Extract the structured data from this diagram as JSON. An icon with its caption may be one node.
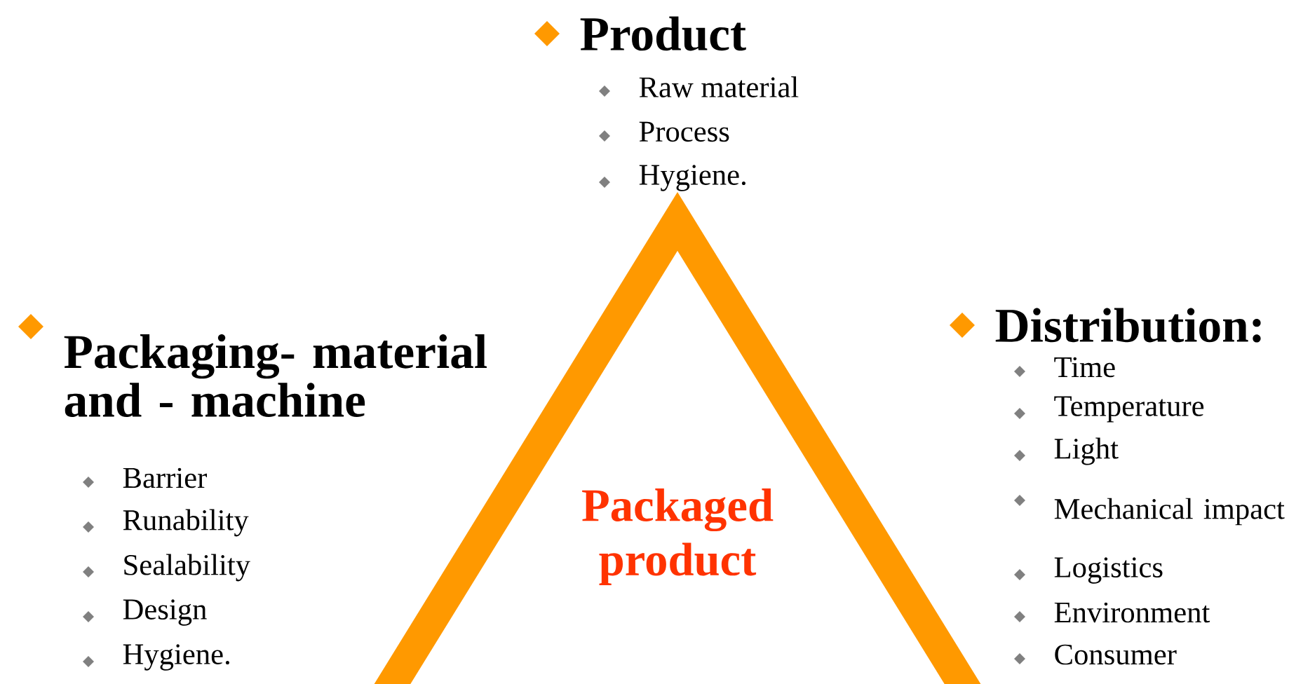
{
  "diagram": {
    "nodes": [
      {
        "text": [
          "Packaged product"
        ]
      }
    ],
    "labels": [
      "Product",
      "Raw material",
      "Process",
      "Hygiene.",
      "Packaging- material and - machine",
      "Barrier",
      "Runability",
      "Sealability",
      "Design",
      "Hygiene.",
      "Distribution:",
      "Time",
      "Temperature",
      "Light",
      "Mechanical impact",
      "Logistics",
      "Environment",
      "Consumer"
    ]
  }
}
